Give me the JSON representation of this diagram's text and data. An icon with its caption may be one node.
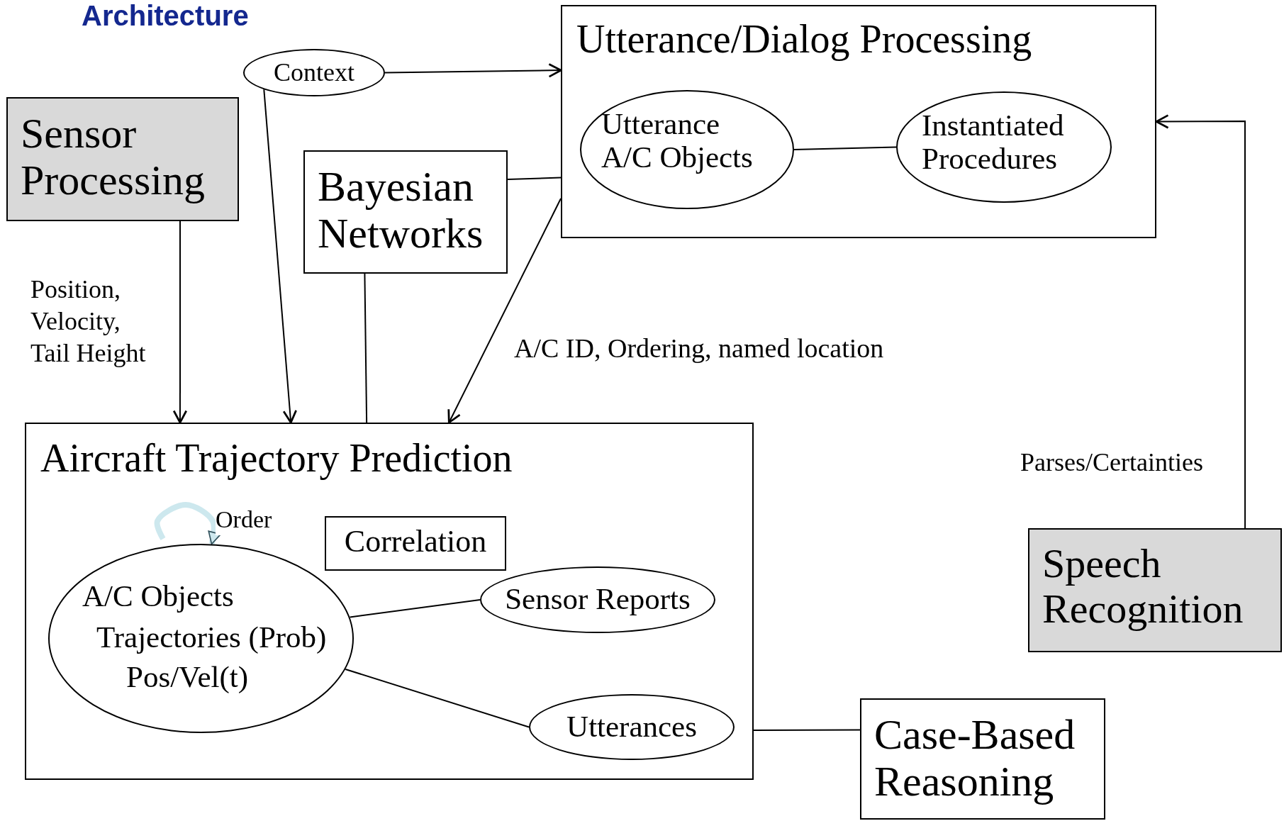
{
  "diagram": {
    "title": "Architecture",
    "nodes": [
      {
        "text": [
          "Utterance/Dialog Processing"
        ]
      },
      {
        "text": [
          "Utterance A/C Objects"
        ],
        "in": 0
      },
      {
        "text": [
          "Instantiated Procedures"
        ],
        "in": 0
      },
      {
        "text": [
          "Context"
        ]
      },
      {
        "text": [
          "Sensor Processing"
        ]
      },
      {
        "text": [
          "Bayesian Networks"
        ]
      },
      {
        "text": [
          "Aircraft Trajectory Prediction"
        ]
      },
      {
        "text": [
          "Correlation"
        ],
        "in": 6
      },
      {
        "text": [
          "A/C Objects",
          "Trajectories (Prob)",
          "Pos/Vel(t)"
        ],
        "in": 6
      },
      {
        "text": [
          "Sensor Reports"
        ],
        "in": 6
      },
      {
        "text": [
          "Utterances"
        ],
        "in": 6
      },
      {
        "text": [
          "Speech Recognition"
        ]
      },
      {
        "text": [
          "Case-Based Reasoning"
        ]
      }
    ],
    "edges": [
      {
        "from": 3,
        "to": 0,
        "arrow": "to"
      },
      {
        "from": 3,
        "to": 6,
        "arrow": "to"
      },
      {
        "from": 4,
        "to": 6,
        "arrow": "to",
        "label": "Position, Velocity, Tail Height"
      },
      {
        "from": 5,
        "to": 6,
        "arrow": "none"
      },
      {
        "from": 5,
        "to": 0,
        "arrow": "none"
      },
      {
        "from": 0,
        "to": 6,
        "arrow": "to",
        "label": "A/C ID, Ordering, named location"
      },
      {
        "from": 1,
        "to": 2,
        "arrow": "none"
      },
      {
        "from": 11,
        "to": 0,
        "arrow": "to",
        "label": "Parses/Certainties"
      },
      {
        "from": 8,
        "to": 9,
        "arrow": "none"
      },
      {
        "from": 8,
        "to": 10,
        "arrow": "none"
      },
      {
        "from": 6,
        "to": 12,
        "arrow": "none"
      },
      {
        "from": null,
        "to": 8,
        "arrow": "to",
        "label": "Order",
        "style": "thick",
        "color": "#cde8ee"
      }
    ]
  }
}
